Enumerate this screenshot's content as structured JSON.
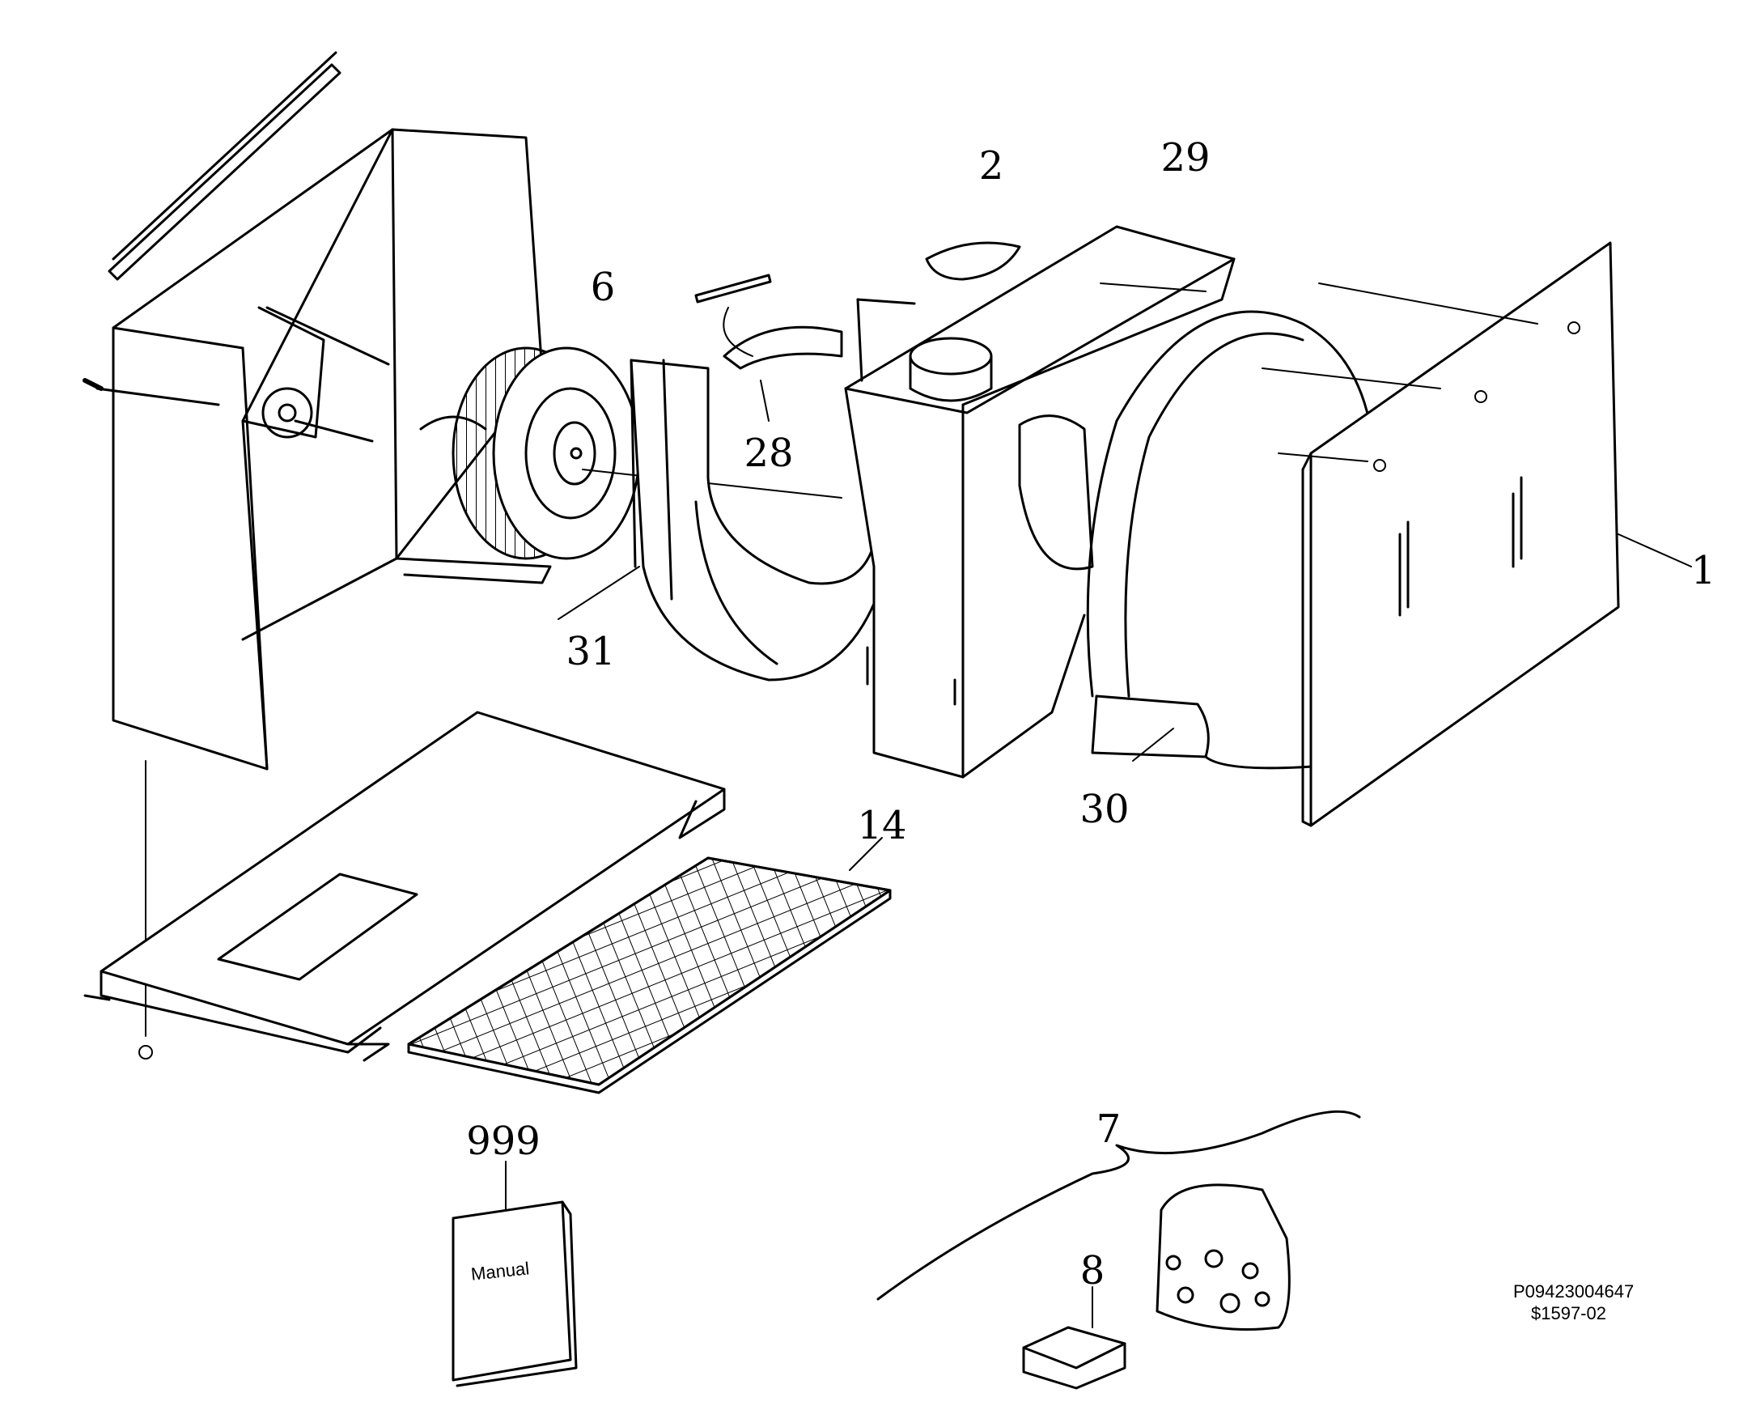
{
  "labels": {
    "p1": "1",
    "p2": "2",
    "p6": "6",
    "p7": "7",
    "p8": "8",
    "p14": "14",
    "p28": "28",
    "p29": "29",
    "p30": "30",
    "p31": "31",
    "p999": "999"
  },
  "manual_cover": "Manual",
  "drawing_code": {
    "line1": "P09423004647",
    "line2": "$1597-02"
  }
}
